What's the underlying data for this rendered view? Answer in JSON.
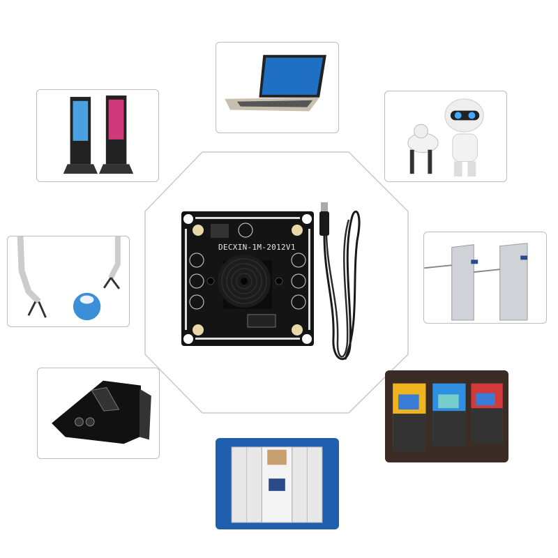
{
  "product": {
    "board_label": "DECXIN-1M-2012V1",
    "board_color": "#111111",
    "cable_color": "#1a1a1a"
  },
  "applications": [
    {
      "name": "laptop",
      "icon": "laptop-icon"
    },
    {
      "name": "advertising-kiosk",
      "icon": "kiosk-icon"
    },
    {
      "name": "robot",
      "icon": "robot-icon"
    },
    {
      "name": "robotic-arm",
      "icon": "robotic-arm-icon"
    },
    {
      "name": "turnstile-gate",
      "icon": "turnstile-icon"
    },
    {
      "name": "face-recognition-terminal",
      "icon": "face-terminal-icon"
    },
    {
      "name": "atm-machines",
      "icon": "atm-icon"
    },
    {
      "name": "smart-lockers",
      "icon": "locker-icon"
    }
  ],
  "colors": {
    "frame": "#bdbdbd",
    "octagon": "#c8c8c8"
  }
}
